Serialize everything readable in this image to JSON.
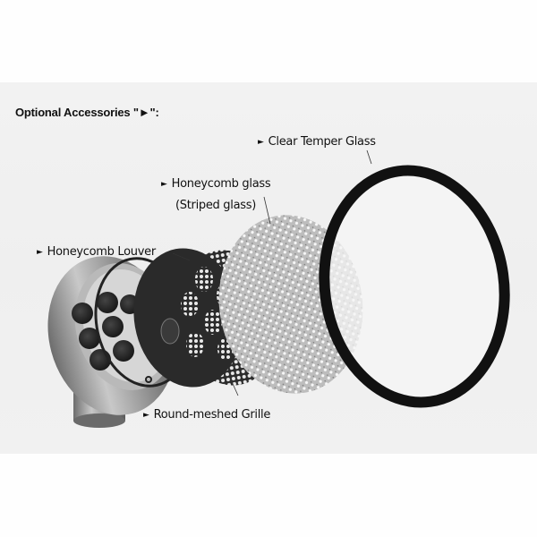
{
  "heading": "Optional Accessories \"►\":",
  "arrow_glyph": "►",
  "labels": {
    "clear_temper_glass": "Clear Temper Glass",
    "honeycomb_glass_line1": "Honeycomb glass",
    "honeycomb_glass_line2": "(Striped glass)",
    "honeycomb_louver": "Honeycomb Louver",
    "round_meshed_grille": "Round-meshed Grille"
  },
  "colors": {
    "background": "#fefefe",
    "panel": "#f0f0f0",
    "ring": "#111111",
    "fixture_metal": "#9a9a9a",
    "louver": "#2a2a2a"
  }
}
